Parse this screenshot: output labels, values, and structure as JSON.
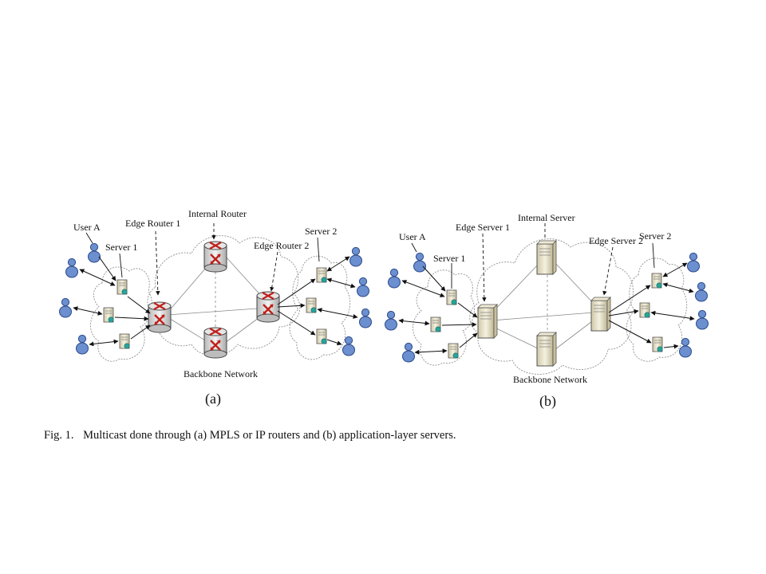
{
  "figure": {
    "caption_number": "Fig. 1.",
    "caption_text": "Multicast done through (a) MPLS or IP routers and (b) application-layer servers."
  },
  "panel_a": {
    "label": "(a)",
    "labels": {
      "user_a": "User A",
      "server_1": "Server 1",
      "edge_router_1": "Edge Router 1",
      "internal_router": "Internal Router",
      "edge_router_2": "Edge Router 2",
      "server_2": "Server 2",
      "backbone": "Backbone Network"
    }
  },
  "panel_b": {
    "label": "(b)",
    "labels": {
      "user_a": "User A",
      "server_1": "Server 1",
      "edge_server_1": "Edge Server 1",
      "internal_server": "Internal Server",
      "edge_server_2": "Edge Server 2",
      "server_2": "Server 2",
      "backbone": "Backbone Network"
    }
  },
  "colors": {
    "user": "#6b8fcf",
    "user_dark": "#2b4a8a",
    "router_arrow": "#c0201a",
    "server_body": "#ece6cf",
    "cloud_stroke": "#9a9a9a"
  }
}
